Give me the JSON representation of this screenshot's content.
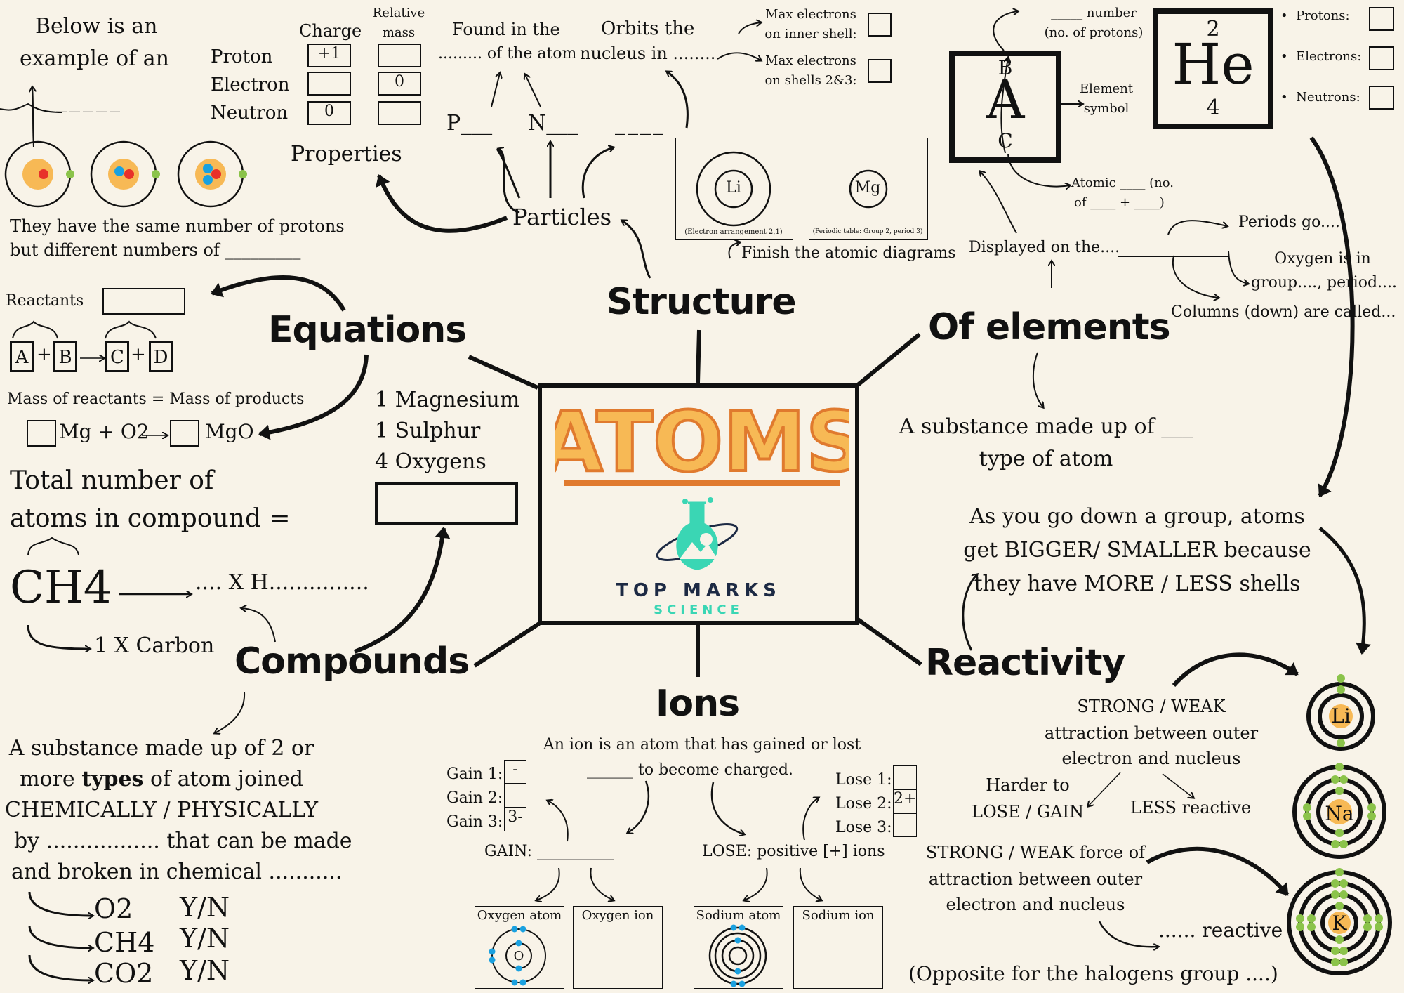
{
  "colors": {
    "background": "#f8f3e8",
    "ink": "#111111",
    "nucleus": "#f7b955",
    "proton": "#e8312a",
    "neutron": "#1aa1e0",
    "electron_green": "#8bc34a",
    "electron_blue": "#1aa1e0",
    "title_fill": "#f7b955",
    "title_outline": "#e07a2e",
    "logo_teal": "#3ad6b4",
    "logo_navy": "#1d2a44"
  },
  "center": {
    "title": "ATOMS",
    "brand": "TOP MARKS",
    "brand_sub": "SCIENCE"
  },
  "headings": {
    "structure": "Structure",
    "equations": "Equations",
    "elements": "Of elements",
    "compounds": "Compounds",
    "ions": "Ions",
    "reactivity": "Reactivity"
  },
  "isotopes": {
    "intro1": "Below is an",
    "intro2": "example of an",
    "blank": "_____",
    "note1": "They have the same number of protons",
    "note2": "but different numbers of _________"
  },
  "particles_table": {
    "charge_header": "Charge",
    "mass_header1": "Relative",
    "mass_header2": "mass",
    "rows": [
      {
        "name": "Proton",
        "charge": "+1",
        "mass": ""
      },
      {
        "name": "Electron",
        "charge": "",
        "mass": "0"
      },
      {
        "name": "Neutron",
        "charge": "0",
        "mass": ""
      }
    ]
  },
  "properties": "Properties",
  "particles": "Particles",
  "structure_notes": {
    "found1": "Found in the",
    "found2": "......... of the atom",
    "orbits1": "Orbits the",
    "orbits2": "nucleus in ........",
    "p": "P___",
    "n": "N___",
    "e": "____"
  },
  "shells": {
    "inner1": "Max electrons",
    "inner2": "on inner shell:",
    "outer1": "Max electrons",
    "outer2": "on shells 2&3:"
  },
  "atomic_diagrams": {
    "li": "Li",
    "li_caption": "(Electron arrangement 2,1)",
    "mg": "Mg",
    "mg_caption": "(Periodic table: Group 2, period 3)",
    "finish": "Finish the atomic diagrams"
  },
  "element_symbol": {
    "b": "B",
    "a": "A",
    "c": "C",
    "number1": "_____ number",
    "number2": "(no. of protons)",
    "symbol1": "Element",
    "symbol2": "symbol",
    "atomic1": "Atomic ____ (no.",
    "atomic2": "of ____ + ____)"
  },
  "helium": {
    "top": "2",
    "symbol": "He",
    "bottom": "4",
    "protons": "Protons:",
    "electrons": "Electrons:",
    "neutrons": "Neutrons:"
  },
  "periodic": {
    "displayed": "Displayed on the....",
    "periods": "Periods go....",
    "oxygen1": "Oxygen is in",
    "oxygen2": "group...., period....",
    "columns": "Columns (down) are called..."
  },
  "element_def": {
    "line1": "A substance made up of ___",
    "line2": "type of atom"
  },
  "group_trend": {
    "line1": "As you go down a group, atoms",
    "line2": "get BIGGER/ SMALLER because",
    "line3": "they have MORE / LESS shells"
  },
  "equations": {
    "reactants": "Reactants",
    "a": "A",
    "b": "B",
    "c": "C",
    "d": "D",
    "plus": "+",
    "mass": "Mass of reactants = Mass of products",
    "mg": "Mg + O2",
    "mgo": "MgO"
  },
  "compound_atoms": {
    "mg": "1 Magnesium",
    "s": "1 Sulphur",
    "o": "4 Oxygens"
  },
  "total": {
    "line1": "Total number of",
    "line2": "atoms in compound =",
    "formula": "CH4",
    "h": ".... X H...............",
    "c": "1 X Carbon"
  },
  "compound_def": {
    "line1a": "A substance made up of 2 or",
    "line2a": "more ",
    "line2b": "types",
    "line2c": " of atom joined",
    "line3": "CHEMICALLY / PHYSICALLY",
    "line4": "by ................. that can be made",
    "line5": "and broken in chemical ...........",
    "yn": [
      {
        "formula": "O2",
        "answer": "Y/N"
      },
      {
        "formula": "CH4",
        "answer": "Y/N"
      },
      {
        "formula": "CO2",
        "answer": "Y/N"
      }
    ]
  },
  "ions": {
    "def1": "An ion is an atom that has gained or lost",
    "def2": "______ to become charged.",
    "gain1": "Gain 1:",
    "gain1v": "-",
    "gain2": "Gain 2:",
    "gain2v": "",
    "gain3": "Gain 3:",
    "gain3v": "3-",
    "lose1": "Lose 1:",
    "lose1v": "",
    "lose2": "Lose 2:",
    "lose2v": "2+",
    "lose3": "Lose 3:",
    "lose3v": "",
    "gain": "GAIN: __________",
    "lose": "LOSE: positive [+] ions",
    "oxygen_atom": "Oxygen atom",
    "oxygen_ion": "Oxygen ion",
    "sodium_atom": "Sodium atom",
    "sodium_ion": "Sodium ion",
    "o": "O"
  },
  "reactivity": {
    "strong1": "STRONG / WEAK",
    "strong2": "attraction between outer",
    "strong3": "electron and nucleus",
    "harder1": "Harder to",
    "harder2": "LOSE / GAIN",
    "less": "LESS reactive",
    "force1": "STRONG / WEAK force of",
    "force2": "attraction between outer",
    "force3": "electron and nucleus",
    "reactive": "...... reactive",
    "halogens": "(Opposite for the halogens group ....)",
    "li": "Li",
    "na": "Na",
    "k": "K"
  }
}
